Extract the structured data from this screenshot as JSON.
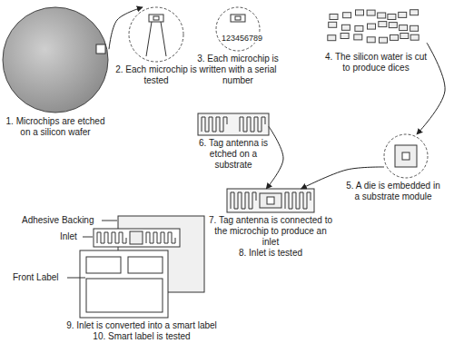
{
  "diagram": {
    "nodes": [
      {
        "text": [
          "1. Microchips are etched on a silicon wafer"
        ]
      },
      {
        "text": [
          "2. Each microchip is tested"
        ]
      },
      {
        "text": [
          "123456789",
          "3. Each microchip is written with a serial number"
        ]
      },
      {
        "text": [
          "4. The silicon water is cut to produce dices"
        ]
      },
      {
        "text": [
          "5. A die is embedded in a substrate module"
        ]
      },
      {
        "text": [
          "6. Tag antenna is etched on a substrate"
        ]
      },
      {
        "text": [
          "7. Tag antenna is connected to the microchip to produce an inlet",
          "8. Inlet is tested"
        ]
      },
      {
        "text": [
          "9. Inlet is converted into a smart label",
          "10. Smart label is tested"
        ]
      }
    ],
    "edges": [
      {
        "from": 0,
        "to": 1,
        "arrow": "to"
      },
      {
        "from": 3,
        "to": 4,
        "arrow": "to"
      },
      {
        "from": 4,
        "to": 6,
        "arrow": "to"
      },
      {
        "from": 5,
        "to": 6,
        "arrow": "to"
      }
    ],
    "labels": [
      "Adhesive Backing",
      "Inlet",
      "Front Label"
    ]
  }
}
